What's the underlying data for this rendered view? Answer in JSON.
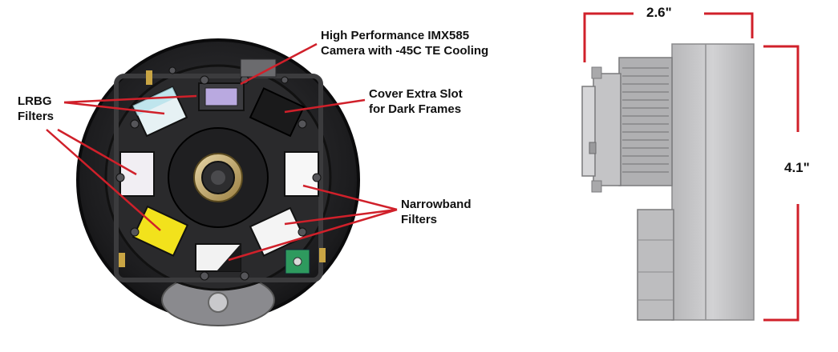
{
  "labels": {
    "camera_line1": "High Performance IMX585",
    "camera_line2": "Camera with -45C TE Cooling",
    "cover_line1": "Cover Extra Slot",
    "cover_line2": "for Dark Frames",
    "lrbg_line1": "LRBG",
    "lrbg_line2": "Filters",
    "narrow_line1": "Narrowband",
    "narrow_line2": "Filters"
  },
  "dimensions": {
    "width": "2.6\"",
    "height": "4.1\""
  },
  "colors": {
    "callout": "#d0202a",
    "body": "#1c1c1e",
    "yellow_filter": "#f2e21c",
    "pcb_green": "#2e9a5e",
    "housing_light": "#c8c8ca",
    "housing_mid": "#a9a9ab"
  }
}
